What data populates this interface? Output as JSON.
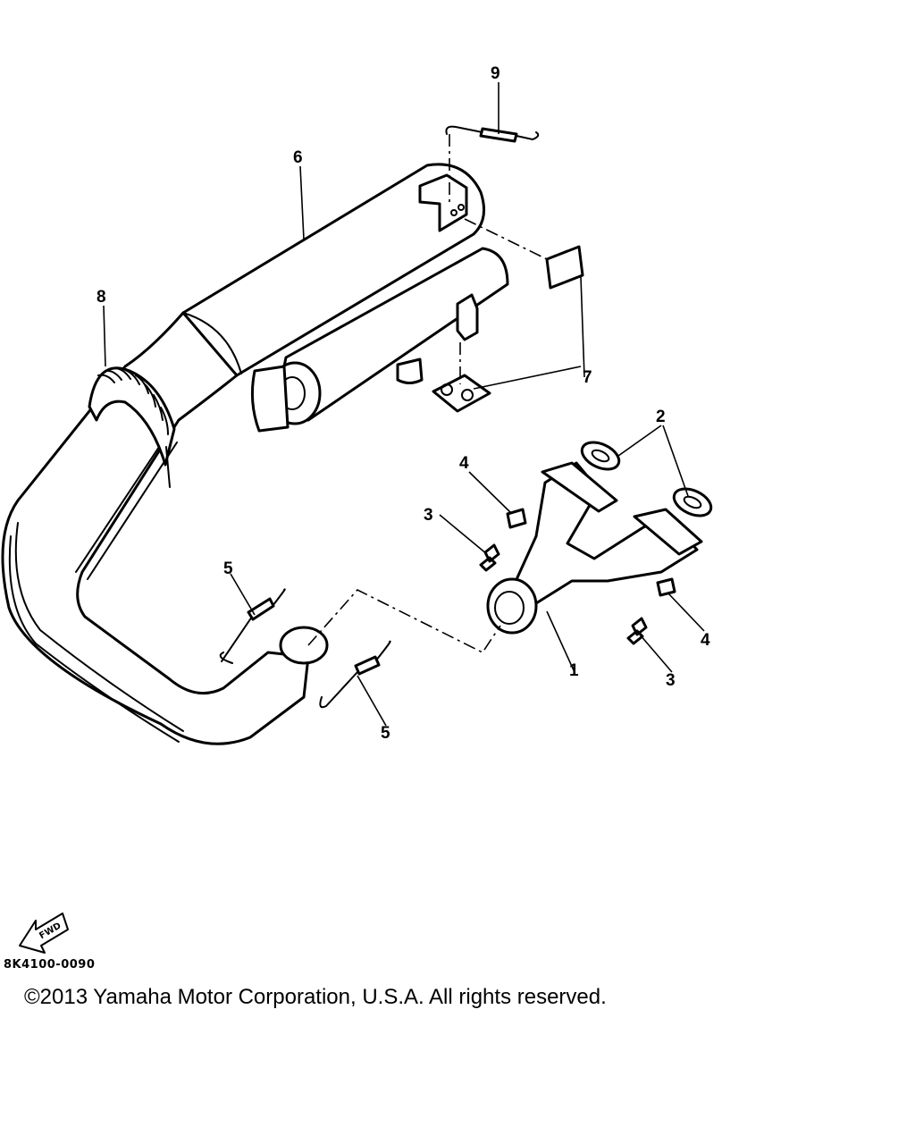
{
  "diagram": {
    "callouts": {
      "c1": "1",
      "c2": "2",
      "c3a": "3",
      "c3b": "3",
      "c4a": "4",
      "c4b": "4",
      "c5a": "5",
      "c5b": "5",
      "c6": "6",
      "c7": "7",
      "c8": "8",
      "c9": "9"
    },
    "fwd_badge": "FWD",
    "code": "8K4100-0090"
  },
  "footer": {
    "copyright": "©2013 Yamaha Motor Corporation, U.S.A. All rights reserved."
  }
}
